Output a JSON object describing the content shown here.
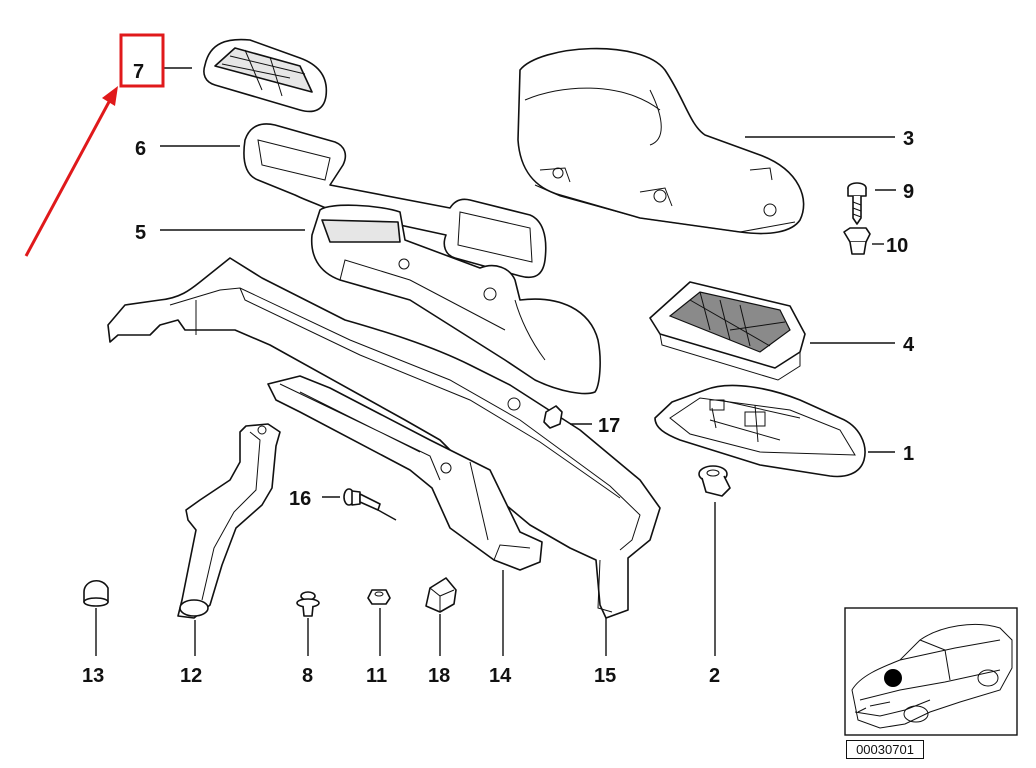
{
  "diagram": {
    "callouts": {
      "c1": "1",
      "c2": "2",
      "c3": "3",
      "c4": "4",
      "c5": "5",
      "c6": "6",
      "c7": "7",
      "c8": "8",
      "c9": "9",
      "c10": "10",
      "c11": "11",
      "c12": "12",
      "c13": "13",
      "c14": "14",
      "c15": "15",
      "c16": "16",
      "c17": "17",
      "c18": "18"
    },
    "highlighted_callout": "7",
    "reference_number": "00030701",
    "colors": {
      "highlight_box": "#e0191b",
      "annotation_arrow": "#e0191b",
      "line_art": "#111111",
      "location_dot": "#000000"
    }
  }
}
